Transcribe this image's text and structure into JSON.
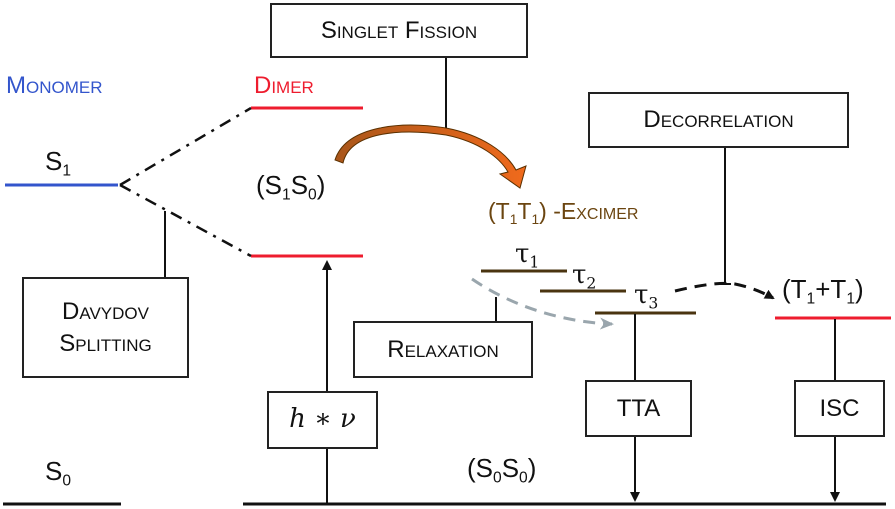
{
  "colors": {
    "monomer": "#3355cc",
    "dimer": "#ee1c2e",
    "excimer_levels": "#4a3410",
    "excimer_text": "#6b4510",
    "fission_arrow": "#e8641c",
    "relaxation_arrow": "#9aa6ad",
    "lines": "#111111"
  },
  "labels": {
    "monomer": "Monomer",
    "dimer": "Dimer",
    "s1": "S",
    "s1_sub": "1",
    "s0": "S",
    "s0_sub": "0",
    "s1s0_open": "(S",
    "s1s0_sub1": "1",
    "s1s0_mid": "S",
    "s1s0_sub2": "0",
    "s1s0_close": ")",
    "excimer_open": "(T",
    "excimer_sub1": "1",
    "excimer_mid": "T",
    "excimer_sub2": "1",
    "excimer_close": ") -",
    "excimer_word": "Excimer",
    "tau1": "τ",
    "tau1_sub": "1",
    "tau2": "τ",
    "tau2_sub": "2",
    "tau3": "τ",
    "tau3_sub": "3",
    "tt_open": "(T",
    "tt_sub1": "1",
    "tt_mid": "+T",
    "tt_sub2": "1",
    "tt_close": ")",
    "s0s0_open": "(S",
    "s0s0_sub1": "0",
    "s0s0_mid": "S",
    "s0s0_sub2": "0",
    "s0s0_close": ")"
  },
  "boxes": {
    "singlet_fission": "Singlet Fission",
    "decorrelation": "Decorrelation",
    "davydov_line1": "Davydov",
    "davydov_line2": "Splitting",
    "relaxation": "Relaxation",
    "tta": "TTA",
    "isc": "ISC",
    "photon": "h ∗ ν"
  }
}
